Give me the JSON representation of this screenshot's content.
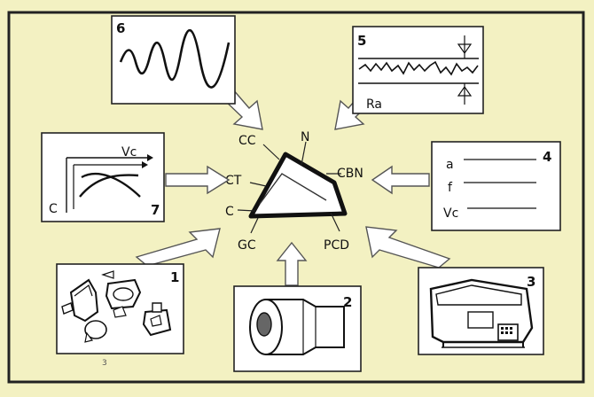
{
  "diagram": {
    "center_labels": {
      "cc": "CC",
      "n": "N",
      "ct": "CT",
      "cbn": "CBN",
      "c": "C",
      "gc": "GC",
      "pcd": "PCD"
    },
    "panels": {
      "p1": {
        "number": "1"
      },
      "p2": {
        "number": "2"
      },
      "p3": {
        "number": "3"
      },
      "p4": {
        "number": "4",
        "rows": [
          "a",
          "f",
          "Vc"
        ]
      },
      "p5": {
        "number": "5",
        "label": "Ra"
      },
      "p6": {
        "number": "6"
      },
      "p7": {
        "number": "7",
        "axis_top": "Vc",
        "axis_left": "C"
      }
    },
    "footer_mark": "3"
  }
}
